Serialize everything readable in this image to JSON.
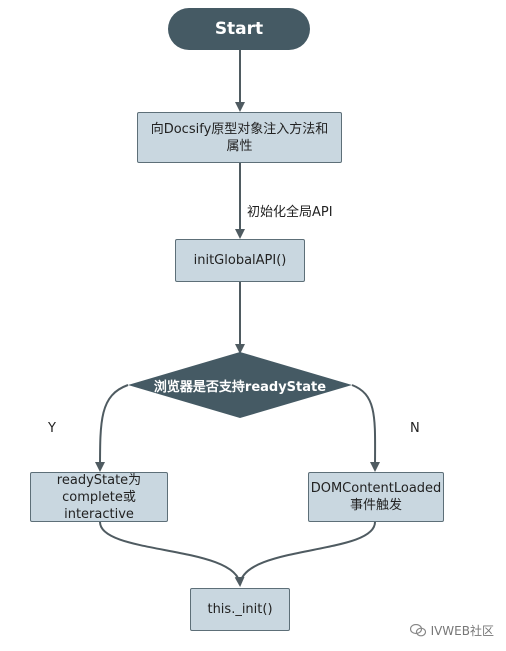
{
  "nodes": {
    "start": "Start",
    "inject": "向Docsify原型对象注入方法和属性",
    "init_global": "initGlobalAPI()",
    "decision": "浏览器是否支持readyState",
    "ready_state": "readyState为complete或interactive",
    "dom_loaded": "DOMContentLoaded事件触发",
    "init": "this._init()"
  },
  "edge_labels": {
    "init_global_api": "初始化全局API",
    "yes": "Y",
    "no": "N"
  },
  "watermark": "IVWEB社区",
  "colors": {
    "start_fill": "#455a64",
    "box_fill": "#c9d7e0",
    "edge": "#4f5b61"
  }
}
